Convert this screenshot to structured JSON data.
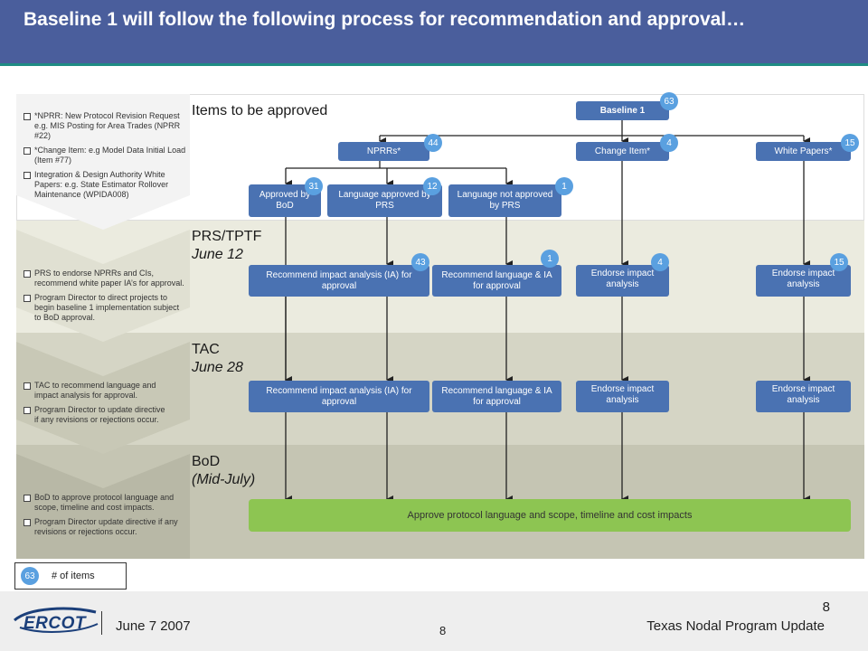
{
  "header": {
    "title": "Baseline 1 will follow the following process for recommendation and approval…"
  },
  "sections": [
    {
      "title": "Items to be approved",
      "subtitle": ""
    },
    {
      "title": "PRS/TPTF",
      "subtitle": "June 12"
    },
    {
      "title": "TAC",
      "subtitle": "June 28"
    },
    {
      "title": "BoD",
      "subtitle": "(Mid-July)"
    }
  ],
  "notes": {
    "items": [
      "*NPRR: New Protocol Revision Request e.g. MIS Posting for Area Trades (NPRR #22)",
      "*Change Item: e.g Model Data Initial Load (Item #77)",
      "Integration & Design Authority White Papers: e.g. State Estimator Rollover Maintenance (WPIDA008)"
    ],
    "prs": [
      "PRS to endorse NPRRs and CIs, recommend white paper IA’s for approval.",
      "Program Director to direct projects to begin baseline 1 implementation subject to BoD approval."
    ],
    "tac": [
      "TAC to recommend language and impact analysis for approval.",
      "Program Director to update directive if any revisions or rejections occur."
    ],
    "bod": [
      "BoD to approve protocol language and scope, timeline and cost impacts.",
      "Program Director update directive if any revisions or rejections occur."
    ]
  },
  "boxes": {
    "baseline": "Baseline 1",
    "nprrs": "NPRRs*",
    "change_item": "Change Item*",
    "white_papers": "White Papers*",
    "approved_bod": "Approved by BoD",
    "lang_approved": "Language approved by PRS",
    "lang_not_approved": "Language not approved by PRS",
    "prs_ia": "Recommend impact analysis (IA) for approval",
    "prs_lang": "Recommend language & IA for approval",
    "prs_ci": "Endorse impact analysis",
    "prs_wp": "Endorse impact analysis",
    "tac_ia": "Recommend impact analysis (IA) for approval",
    "tac_lang": "Recommend language & IA for approval",
    "tac_ci": "Endorse impact analysis",
    "tac_wp": "Endorse impact analysis",
    "bod_approve": "Approve protocol language and scope, timeline and cost impacts"
  },
  "badges": {
    "baseline": "63",
    "nprrs": "44",
    "change_item": "4",
    "white_papers": "15",
    "approved_bod": "31",
    "lang_approved": "12",
    "lang_not_approved": "1",
    "prs_ia": "43",
    "prs_lang": "1",
    "prs_ci": "4",
    "prs_wp": "15"
  },
  "legend": {
    "badge": "63",
    "label": "# of items"
  },
  "footer": {
    "logo": "ERCOT",
    "date": "June 7 2007",
    "page_center": "8",
    "page_right": "8",
    "program": "Texas Nodal Program Update"
  },
  "colors": {
    "title_bar": "#4a5e9c",
    "box": "#4a72b2",
    "badge": "#5aa0e0",
    "green": "#8dc552"
  }
}
